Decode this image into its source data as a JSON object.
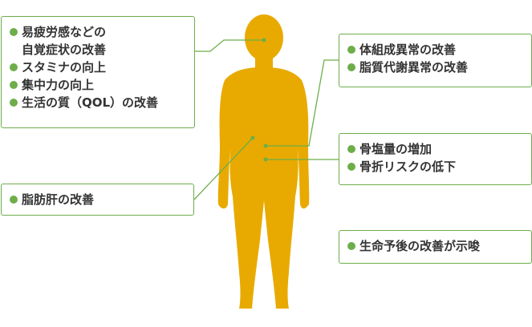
{
  "colors": {
    "body": "#e8aa00",
    "accent_green": "#6dae4a",
    "text": "#333333"
  },
  "boxes": {
    "fatigue": [
      "易疲労感などの\n自覚症状の改善",
      "スタミナの向上",
      "集中力の向上",
      "生活の質（QOL）の改善"
    ],
    "metabolic": [
      "体組成異常の改善",
      "脂質代謝異常の改善"
    ],
    "bone": [
      "骨塩量の増加",
      "骨折リスクの低下"
    ],
    "liver": [
      "脂肪肝の改善"
    ],
    "prognosis": [
      "生命予後の改善が示唆"
    ]
  }
}
